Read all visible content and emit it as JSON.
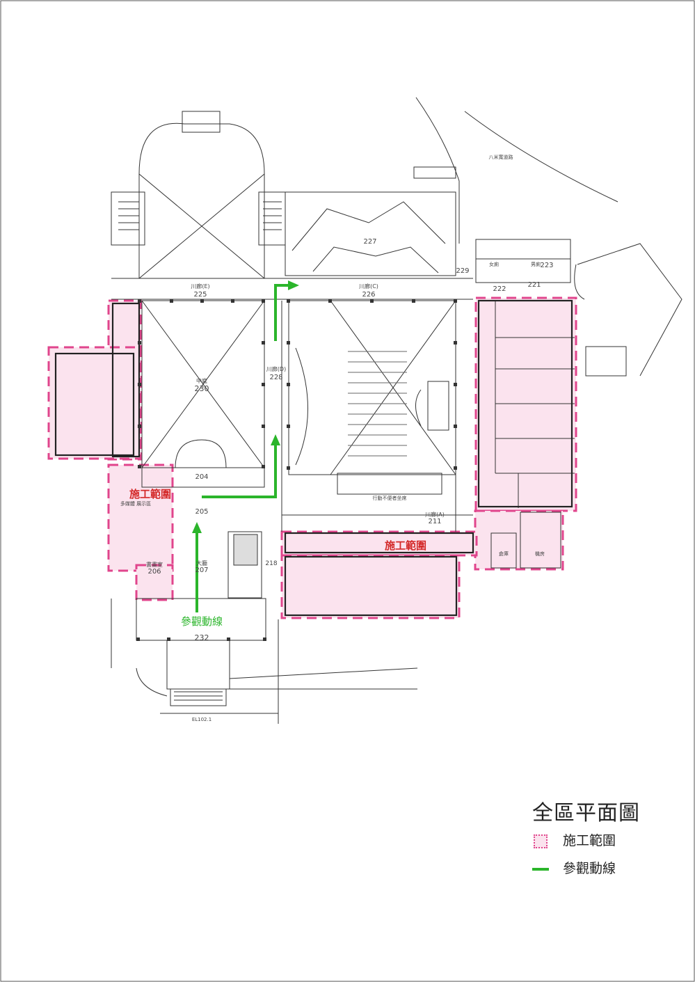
{
  "plan": {
    "room_labels": {
      "corridor_e": "川廊(E)",
      "corridor_e_no": "225",
      "corridor_c": "川廊(C)",
      "corridor_c_no": "226",
      "corridor_d": "川廊(D)",
      "corridor_d_no": "228",
      "corridor_a": "川廊(A)",
      "corridor_a_no": "211",
      "courtyard": "中庭",
      "courtyard_no": "230",
      "room_227_no": "227",
      "room_204_no": "204",
      "room_205_no": "205",
      "room_206": "書畫室",
      "room_206_no": "206",
      "room_207": "大廳",
      "room_207_no": "207",
      "room_232_no": "232",
      "room_223_no": "223",
      "room_221_no": "221",
      "room_222_no": "222",
      "room_229_no": "229",
      "room_218_no": "218",
      "toilet_f": "女廁",
      "toilet_m": "男廁",
      "elevation": "EL102.1",
      "stage_note": "行動不便者坐席",
      "road_note": "八米寬道路",
      "room_store": "倉庫",
      "room_machine": "機房",
      "exhibit_note": "多媒體 展示區"
    },
    "construction_label_left": "施工範圍",
    "construction_label_center": "施工範圍",
    "visit_route_label": "參觀動線"
  },
  "legend": {
    "title": "全區平面圖",
    "items": [
      {
        "label": "施工範圍"
      },
      {
        "label": "參觀動線"
      }
    ]
  },
  "colors": {
    "construction_fill": "#fbe3ee",
    "construction_border": "#e0458c",
    "visit_route": "#2bb52b",
    "construction_text": "#d42a2a",
    "line": "#333333"
  }
}
